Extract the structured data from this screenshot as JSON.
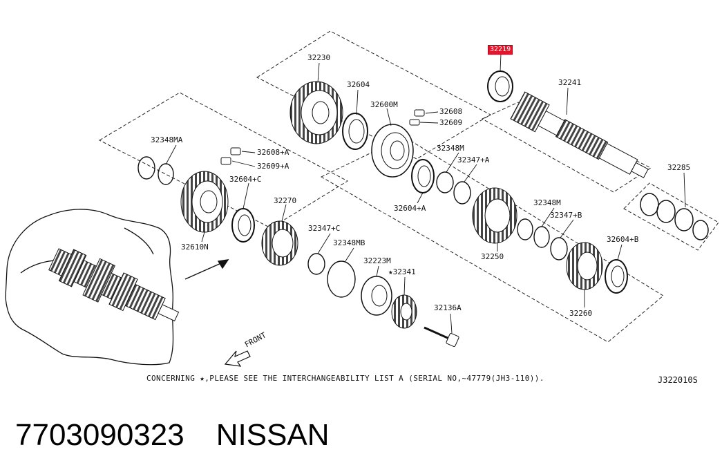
{
  "diagram": {
    "highlight_color": "#e0182d",
    "parts": [
      {
        "label": "32230"
      },
      {
        "label": "32604"
      },
      {
        "label": "32600M"
      },
      {
        "label": "32608"
      },
      {
        "label": "32609"
      },
      {
        "label": "32219",
        "highlighted": true
      },
      {
        "label": "32241"
      },
      {
        "label": "32348MA"
      },
      {
        "label": "32608+A"
      },
      {
        "label": "32609+A"
      },
      {
        "label": "32604+C"
      },
      {
        "label": "32348M"
      },
      {
        "label": "32347+A"
      },
      {
        "label": "32604+A"
      },
      {
        "label": "32285"
      },
      {
        "label": "32270"
      },
      {
        "label": "32610N"
      },
      {
        "label": "32347+C"
      },
      {
        "label": "32348MB"
      },
      {
        "label": "32348M"
      },
      {
        "label": "32347+B"
      },
      {
        "label": "32604+B"
      },
      {
        "label": "32223M"
      },
      {
        "label": "★32341"
      },
      {
        "label": "32250"
      },
      {
        "label": "32136A"
      },
      {
        "label": "32260"
      }
    ],
    "front_label": "FRONT",
    "concerning_note": "CONCERNING ★,PLEASE SEE THE INTERCHANGEABILITY LIST A (SERIAL NO,~47779(JH3-110)).",
    "diagram_code": "J322010S"
  },
  "footer": {
    "part_number": "7703090323",
    "brand": "NISSAN"
  }
}
